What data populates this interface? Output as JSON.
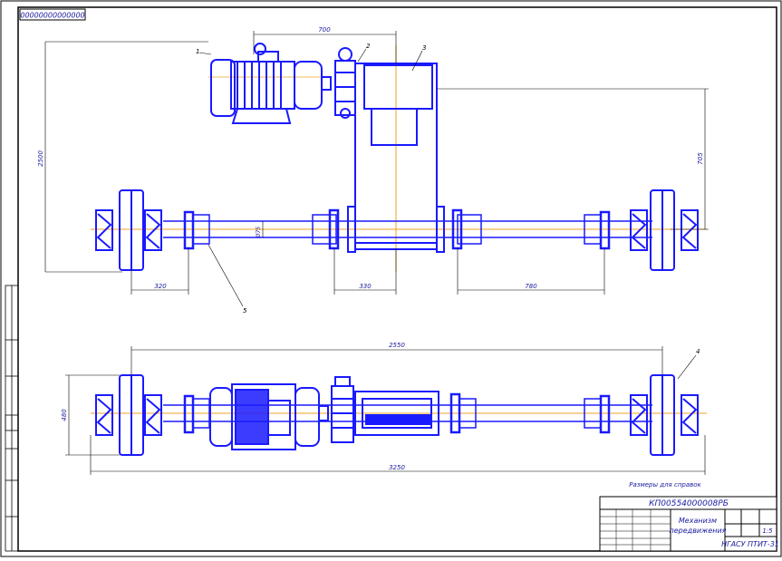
{
  "stamp": {
    "top_code": "00000000000000",
    "designation": "КП00554000008РБ",
    "title_line1": "Механизм",
    "title_line2": "передвижения",
    "org": "НГАСУ ПТИТ-31",
    "scale": "1:5"
  },
  "note": "Размеры для справок",
  "leaders": [
    "1",
    "2",
    "3",
    "4",
    "5"
  ],
  "dims": {
    "top_overall": "700",
    "left_vertical": "2500",
    "right_vertical": "705",
    "gauge_left": "320",
    "center_bottom": "330",
    "right_bottom": "780",
    "shaft_dia": "Ø75",
    "plan_overall": "2550",
    "plan_bottom": "3250",
    "plan_left_vertical": "480"
  },
  "colors": {
    "line": "#1a1aff",
    "centerline": "#f0a020",
    "frame": "#000000"
  }
}
